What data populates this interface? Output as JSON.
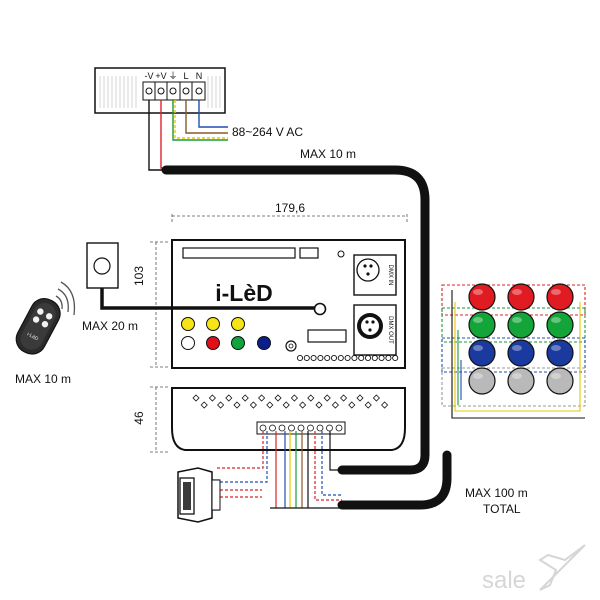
{
  "power_supply": {
    "terminals": [
      "-V",
      "+V",
      "⏚",
      "L",
      "N"
    ],
    "voltage_label": "88~264 V AC"
  },
  "cables": {
    "power_cable_max": "MAX 10 m",
    "remote_cable_max": "MAX 20 m",
    "remote_range": "MAX 10 m",
    "lights_total": [
      "MAX 100 m",
      "TOTAL"
    ]
  },
  "controller": {
    "brand": "i-LèD",
    "width_dim": "179,6",
    "height_dim": "103",
    "base_height_dim": "46",
    "dmx_in_label": "DMX IN",
    "dmx_out_label": "DMX OUT",
    "button_colors": [
      "#f7e417",
      "#f7e417",
      "#f7e417",
      "#ffffff",
      "#e0101b",
      "#11a33c",
      "#0b1f8a"
    ]
  },
  "remote": {
    "label": "i-LèD"
  },
  "lights": {
    "rows": [
      {
        "name": "red",
        "color": "#e11b22"
      },
      {
        "name": "green",
        "color": "#13a538"
      },
      {
        "name": "blue",
        "color": "#1a3aa0"
      },
      {
        "name": "white",
        "color": "#b9b9b9"
      }
    ],
    "per_row": 3
  },
  "wire_colors": {
    "red": "#d9232a",
    "blue": "#1f4fb3",
    "yellow": "#e6c800",
    "green": "#1a9a3a",
    "brown": "#8a5a2b",
    "black": "#111111"
  },
  "watermark": "sale"
}
